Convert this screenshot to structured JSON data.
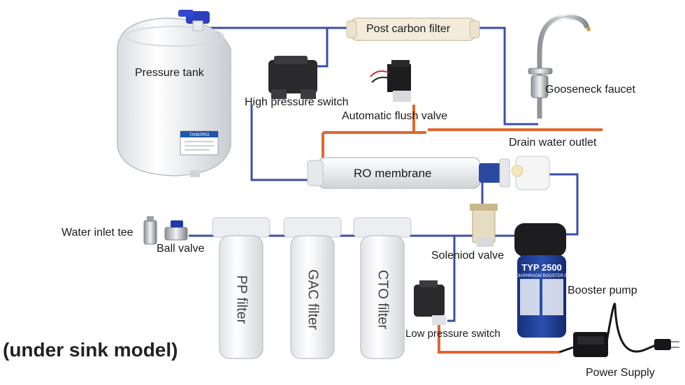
{
  "labels": {
    "pressure_tank": "Pressure tank",
    "post_carbon_filter": "Post carbon filter",
    "high_pressure_switch": "High pressure switch",
    "gooseneck_faucet": "Gooseneck faucet",
    "automatic_flush_valve": "Automatic flush valve",
    "drain_water_outlet": "Drain water outlet",
    "ro_membrane": "RO membrane",
    "water_inlet_tee": "Water inlet tee",
    "ball_valve": "Ball valve",
    "pp_filter": "PP filter",
    "gac_filter": "GAC filter",
    "cto_filter": "CTO filter",
    "solenoid_valve": "Soleniod valve",
    "booster_pump": "Booster pump",
    "low_pressure_switch": "Low pressure switch",
    "power_supply": "Power Supply",
    "model": "(under sink model)"
  },
  "pump_text": {
    "brand": "TYP 2500",
    "subtitle": "DIAPHRAGM BOOSTER P"
  },
  "tank_badge": "TANKPRO",
  "colors": {
    "blue_tube": "#3a4fa8",
    "orange_tube": "#e0662e",
    "white_housing": "#f4f5f7",
    "pump_blue": "#1f3c8f"
  }
}
